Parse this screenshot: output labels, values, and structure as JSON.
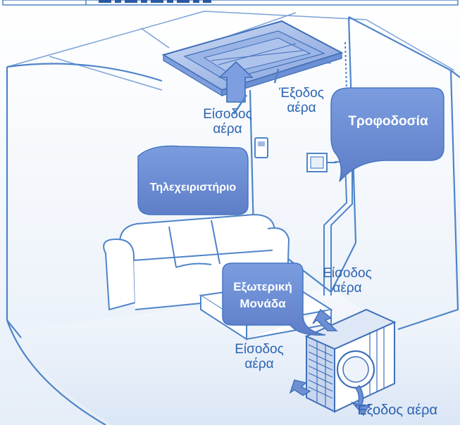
{
  "colors": {
    "line": "#4e84c9",
    "fill": "#6d8fd3",
    "text": "#2c63b0",
    "background": "#f4f8fc"
  },
  "labels": {
    "indoor_air_outlet": [
      "Έξοδος",
      "αέρα"
    ],
    "indoor_air_inlet": [
      "Είσοδος",
      "αέρα"
    ],
    "outdoor_inlet_top": [
      "Είσοδος",
      "αέρα"
    ],
    "outdoor_inlet_left": [
      "Είσοδος",
      "αέρα"
    ],
    "outdoor_air_outlet": "Έξοδος αέρα"
  },
  "callouts": {
    "power_supply": "Τροφοδοσία",
    "remote_control": "Τηλεχειριστήριο",
    "outdoor_unit": [
      "Εξωτερική",
      "Μονάδα"
    ]
  }
}
